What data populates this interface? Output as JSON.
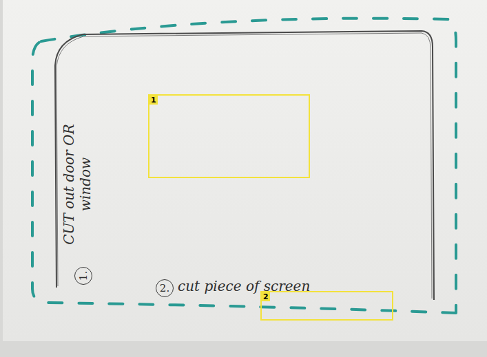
{
  "diagram": {
    "nodes": [
      {
        "text": [
          "1"
        ]
      },
      {
        "text": [
          "1."
        ]
      },
      {
        "text": [
          "2."
        ]
      },
      {
        "text": [
          "2"
        ]
      }
    ],
    "labels": [
      "CUT out door OR window",
      "cut piece of screen"
    ]
  }
}
